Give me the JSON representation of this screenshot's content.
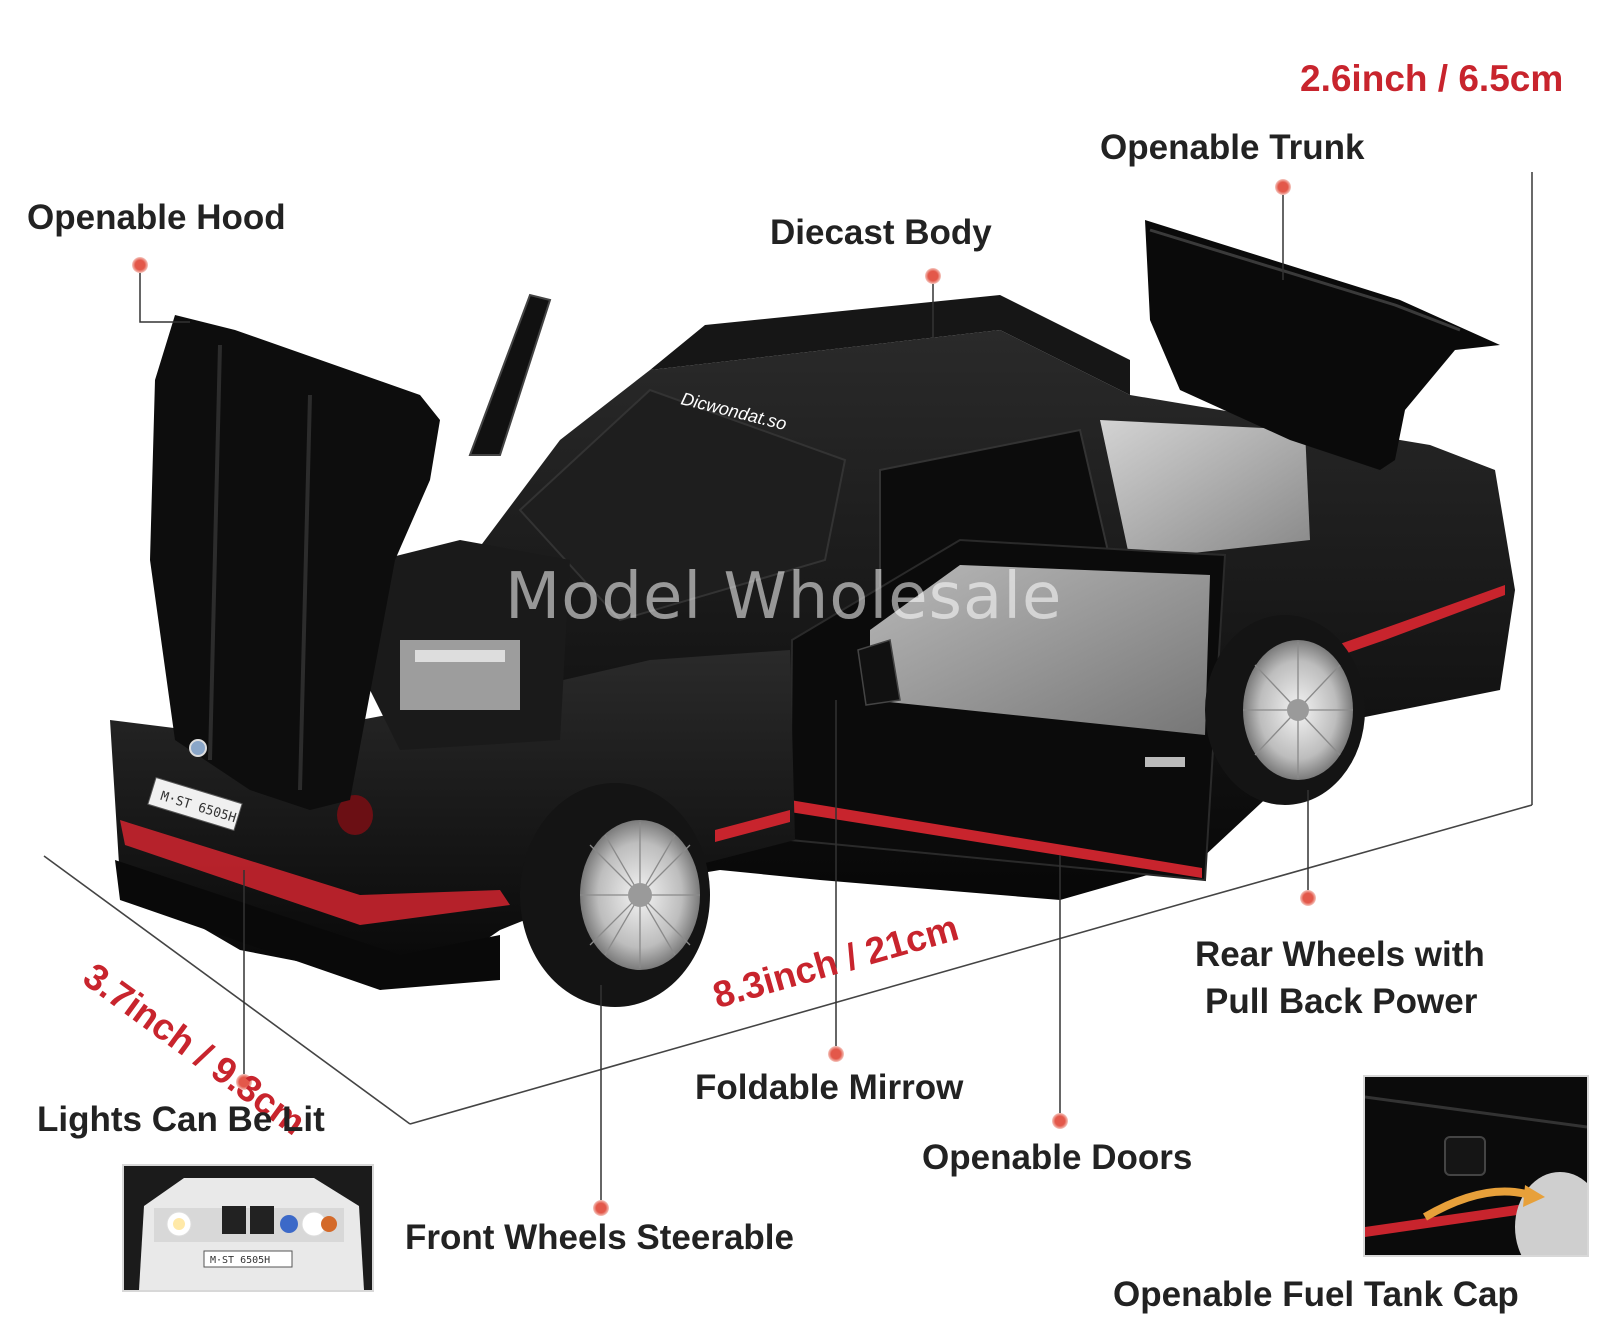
{
  "watermark": "Model Wholesale",
  "plate_text": "M·ST 6505H",
  "windshield_text": "Dicwondat.so",
  "dimensions": {
    "height": "2.6inch / 6.5cm",
    "length": "8.3inch / 21cm",
    "width": "3.7inch / 9.3cm"
  },
  "features": {
    "hood": "Openable Hood",
    "body": "Diecast Body",
    "trunk": "Openable Trunk",
    "rear_wheels_line1": "Rear Wheels with",
    "rear_wheels_line2": "Pull Back Power",
    "mirror": "Foldable Mirrow",
    "doors": "Openable Doors",
    "lights": "Lights Can Be Lit",
    "front_wheels": "Front Wheels Steerable",
    "fuel_cap": "Openable Fuel Tank Cap"
  },
  "colors": {
    "accent_red": "#c8242d",
    "dot": "#e3584a",
    "car_body": "#111111"
  }
}
